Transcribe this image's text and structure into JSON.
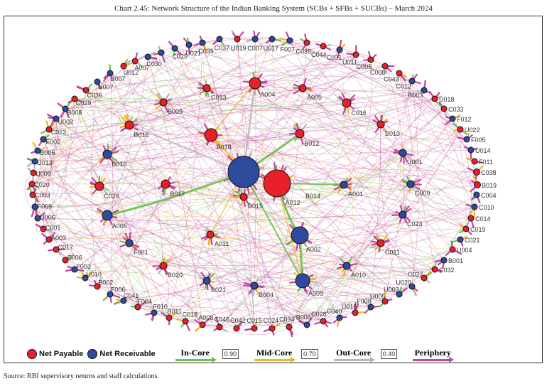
{
  "title": "Chart 2.45: Network Structure of the Indian Banking System (SCBs + SFBs + SUCBs) – March 2024",
  "source": "Source: RBI supervisory returns and staff calculations.",
  "colors": {
    "payable": "#e8202a",
    "receivable": "#2e4b9e",
    "in_core": "#6cc04a",
    "mid_core": "#f5b21b",
    "out_core": "#b5b5b5",
    "periphery": "#c0479a"
  },
  "legend": {
    "net_payable": "Net Payable",
    "net_receivable": "Net Receivable",
    "in_core": "In-Core",
    "in_core_threshold": "0.90",
    "mid_core": "Mid-Core",
    "mid_core_threshold": "0.70",
    "out_core": "Out-Core",
    "out_core_threshold": "0.40",
    "periphery": "Periphery"
  },
  "nodes": [
    {
      "label": "",
      "type": "receivable"
    },
    {
      "label": "A012",
      "type": "payable"
    },
    {
      "label": "B018",
      "type": "payable"
    },
    {
      "label": "C013",
      "type": "payable"
    },
    {
      "label": "A004",
      "type": "payable"
    },
    {
      "label": "A005",
      "type": "payable"
    },
    {
      "label": "C016",
      "type": "payable"
    },
    {
      "label": "B012",
      "type": "payable"
    },
    {
      "label": "B009",
      "type": "payable"
    },
    {
      "label": "B016",
      "type": "payable"
    },
    {
      "label": "B010",
      "type": "receivable"
    },
    {
      "label": "B013",
      "type": "payable"
    },
    {
      "label": "U001",
      "type": "receivable"
    },
    {
      "label": "C026",
      "type": "payable"
    },
    {
      "label": "B017",
      "type": "payable"
    },
    {
      "label": "A006",
      "type": "receivable"
    },
    {
      "label": "F001",
      "type": "receivable"
    },
    {
      "label": "B020",
      "type": "payable"
    },
    {
      "label": "B015",
      "type": "payable"
    },
    {
      "label": "B014",
      "type": "receivable"
    },
    {
      "label": "A001",
      "type": "receivable"
    },
    {
      "label": "C009",
      "type": "receivable"
    },
    {
      "label": "C023",
      "type": "receivable"
    },
    {
      "label": "C011",
      "type": "payable"
    },
    {
      "label": "A011",
      "type": "payable"
    },
    {
      "label": "A002",
      "type": "receivable"
    },
    {
      "label": "A010",
      "type": "receivable"
    },
    {
      "label": "B021",
      "type": "receivable"
    },
    {
      "label": "B004",
      "type": "receivable"
    },
    {
      "label": "A009",
      "type": "receivable"
    },
    {
      "label": "C039",
      "type": "receivable"
    },
    {
      "label": "C037",
      "type": "receivable"
    },
    {
      "label": "U019",
      "type": "payable"
    },
    {
      "label": "C007",
      "type": "receivable"
    },
    {
      "label": "U017",
      "type": "receivable"
    },
    {
      "label": "F007",
      "type": "receivable"
    },
    {
      "label": "C035",
      "type": "payable"
    },
    {
      "label": "C044",
      "type": "payable"
    },
    {
      "label": "C031",
      "type": "receivable"
    },
    {
      "label": "U011",
      "type": "payable"
    },
    {
      "label": "C005",
      "type": "payable"
    },
    {
      "label": "C008",
      "type": "payable"
    },
    {
      "label": "C043",
      "type": "payable"
    },
    {
      "label": "C012",
      "type": "receivable"
    },
    {
      "label": "B003",
      "type": "receivable"
    },
    {
      "label": "U018",
      "type": "payable"
    },
    {
      "label": "C033",
      "type": "payable"
    },
    {
      "label": "F012",
      "type": "receivable"
    },
    {
      "label": "U022",
      "type": "payable"
    },
    {
      "label": "F005",
      "type": "receivable"
    },
    {
      "label": "U014",
      "type": "receivable"
    },
    {
      "label": "F011",
      "type": "payable"
    },
    {
      "label": "C038",
      "type": "payable"
    },
    {
      "label": "B019",
      "type": "payable"
    },
    {
      "label": "C004",
      "type": "receivable"
    },
    {
      "label": "C010",
      "type": "receivable"
    },
    {
      "label": "C014",
      "type": "payable"
    },
    {
      "label": "C019",
      "type": "payable"
    },
    {
      "label": "C021",
      "type": "receivable"
    },
    {
      "label": "U004",
      "type": "payable"
    },
    {
      "label": "B001",
      "type": "receivable"
    },
    {
      "label": "C032",
      "type": "payable"
    },
    {
      "label": "C027",
      "type": "payable"
    },
    {
      "label": "U020",
      "type": "receivable"
    },
    {
      "label": "U003",
      "type": "receivable"
    },
    {
      "label": "U005",
      "type": "payable"
    },
    {
      "label": "F008",
      "type": "receivable"
    },
    {
      "label": "U016",
      "type": "payable"
    },
    {
      "label": "C040",
      "type": "receivable"
    },
    {
      "label": "C028",
      "type": "payable"
    },
    {
      "label": "B006",
      "type": "receivable"
    },
    {
      "label": "C034",
      "type": "payable"
    },
    {
      "label": "C024",
      "type": "payable"
    },
    {
      "label": "C015",
      "type": "payable"
    },
    {
      "label": "C042",
      "type": "payable"
    },
    {
      "label": "C045",
      "type": "payable"
    },
    {
      "label": "A008",
      "type": "payable"
    },
    {
      "label": "C018",
      "type": "payable"
    },
    {
      "label": "B011",
      "type": "payable"
    },
    {
      "label": "F010",
      "type": "receivable"
    },
    {
      "label": "F004",
      "type": "payable"
    },
    {
      "label": "C041",
      "type": "receivable"
    },
    {
      "label": "F006",
      "type": "receivable"
    },
    {
      "label": "B002",
      "type": "payable"
    },
    {
      "label": "U010",
      "type": "receivable"
    },
    {
      "label": "F003",
      "type": "receivable"
    },
    {
      "label": "C006",
      "type": "payable"
    },
    {
      "label": "C017",
      "type": "payable"
    },
    {
      "label": "A003",
      "type": "payable"
    },
    {
      "label": "C001",
      "type": "payable"
    },
    {
      "label": "U006",
      "type": "receivable"
    },
    {
      "label": "F009",
      "type": "receivable"
    },
    {
      "label": "C003",
      "type": "payable"
    },
    {
      "label": "C020",
      "type": "payable"
    },
    {
      "label": "U009",
      "type": "payable"
    },
    {
      "label": "U013",
      "type": "receivable"
    },
    {
      "label": "B005",
      "type": "receivable"
    },
    {
      "label": "F002",
      "type": "receivable"
    },
    {
      "label": "C022",
      "type": "payable"
    },
    {
      "label": "U002",
      "type": "receivable"
    },
    {
      "label": "B008",
      "type": "receivable"
    },
    {
      "label": "C029",
      "type": "payable"
    },
    {
      "label": "C036",
      "type": "payable"
    },
    {
      "label": "U007",
      "type": "receivable"
    },
    {
      "label": "B007",
      "type": "receivable"
    },
    {
      "label": "U012",
      "type": "payable"
    },
    {
      "label": "A007",
      "type": "payable"
    },
    {
      "label": "C030",
      "type": "receivable"
    },
    {
      "label": "",
      "type": "receivable"
    },
    {
      "label": "C025",
      "type": "receivable"
    },
    {
      "label": "U021",
      "type": "receivable"
    }
  ]
}
